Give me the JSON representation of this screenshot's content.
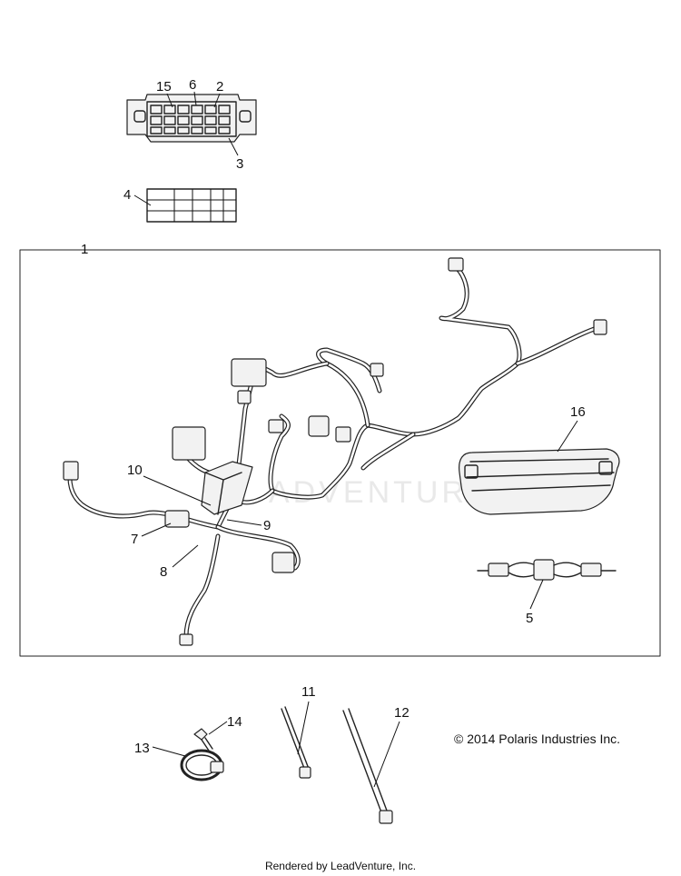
{
  "callouts": {
    "c1": "1",
    "c2": "2",
    "c3": "3",
    "c4": "4",
    "c5": "5",
    "c6": "6",
    "c7": "7",
    "c8": "8",
    "c9": "9",
    "c10": "10",
    "c11": "11",
    "c12": "12",
    "c13": "13",
    "c14": "14",
    "c15": "15",
    "c16": "16"
  },
  "watermark": "ADVENTURE",
  "copyright": "© 2014 Polaris Industries Inc.",
  "footer": "Rendered by LeadVenture, Inc."
}
